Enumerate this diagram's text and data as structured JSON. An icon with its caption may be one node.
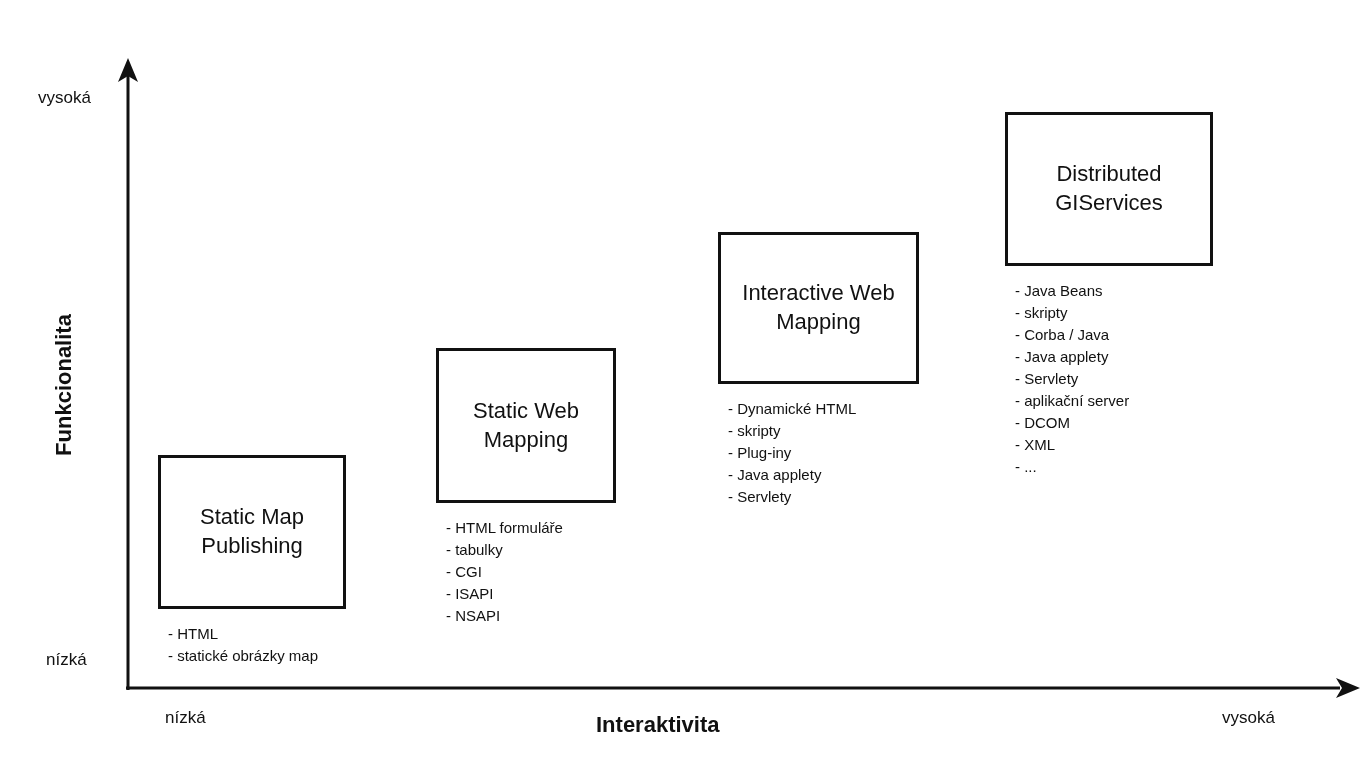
{
  "diagram": {
    "nodes": [
      {
        "text": [
          "Static Map Publishing"
        ],
        "beside": [
          "- HTML",
          "- statické obrázky map"
        ]
      },
      {
        "text": [
          "Static Web Mapping"
        ],
        "beside": [
          "- HTML formuláře",
          "- tabulky",
          "- CGI",
          "- ISAPI",
          "- NSAPI"
        ]
      },
      {
        "text": [
          "Interactive Web Mapping"
        ],
        "beside": [
          "- Dynamické HTML",
          "- skripty",
          "- Plug-iny",
          "- Java applety",
          "- Servlety"
        ]
      },
      {
        "text": [
          "Distributed GIServices"
        ],
        "beside": [
          "- Java Beans",
          "- skripty",
          "- Corba / Java",
          "- Java applety",
          "- Servlety",
          "- aplikační server",
          "- DCOM",
          "- XML",
          "- ..."
        ]
      }
    ],
    "labels": [
      "vysoká",
      "Funkcionalita",
      "nízká",
      "nízká",
      "Interaktivita",
      "vysoká"
    ]
  }
}
